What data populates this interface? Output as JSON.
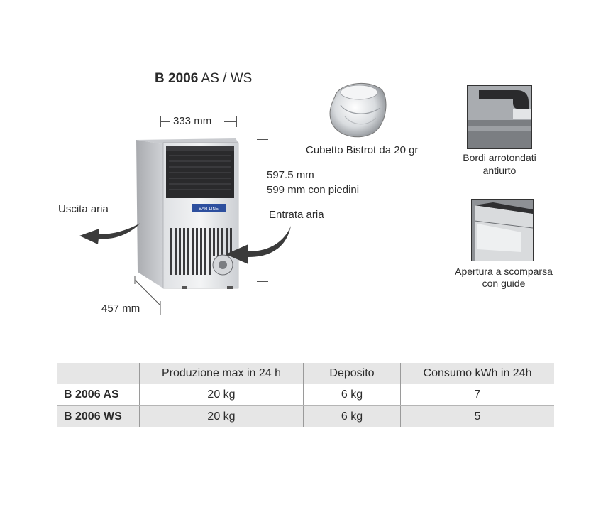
{
  "title": {
    "model_bold": "B 2006",
    "model_rest": "AS / WS"
  },
  "dimensions": {
    "width": "333 mm",
    "height_line1": "597.5 mm",
    "height_line2": "599 mm con piedini",
    "depth": "457 mm"
  },
  "airflow": {
    "out": "Uscita aria",
    "in": "Entrata aria"
  },
  "brand_plate": "BAR-LINE",
  "features": {
    "cube": "Cubetto Bistrot da 20 gr",
    "edges_line1": "Bordi arrotondati",
    "edges_line2": "antiurto",
    "door_line1": "Apertura a scomparsa",
    "door_line2": "con guide"
  },
  "table": {
    "headers": [
      "",
      "Produzione max in 24 h",
      "Deposito",
      "Consumo kWh in 24h"
    ],
    "rows": [
      [
        "B 2006 AS",
        "20 kg",
        "6 kg",
        "7"
      ],
      [
        "B 2006 WS",
        "20 kg",
        "6 kg",
        "5"
      ]
    ]
  }
}
